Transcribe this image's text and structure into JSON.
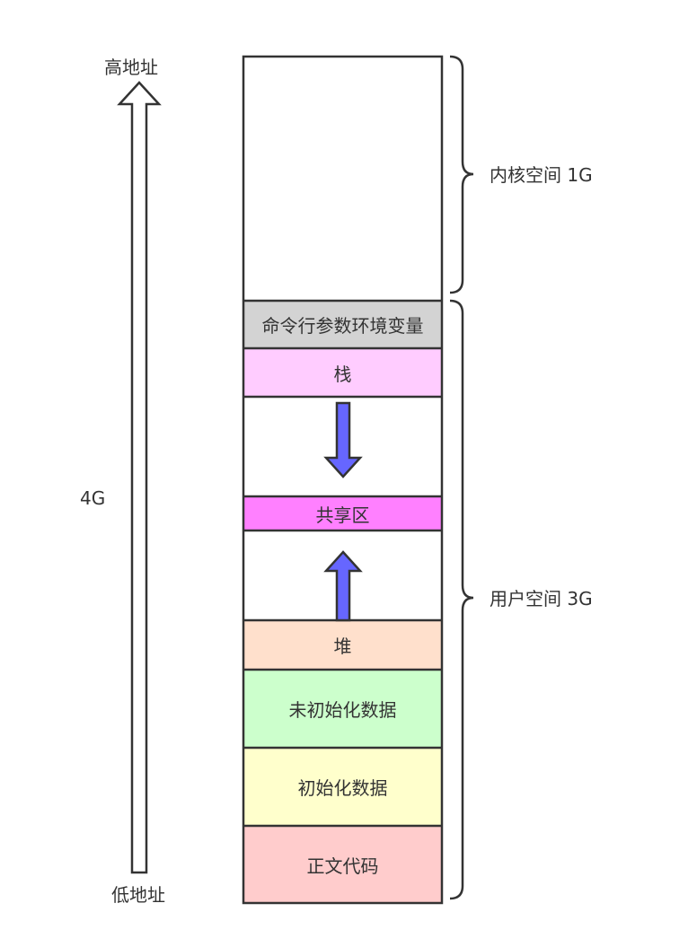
{
  "axis": {
    "high_label": "高地址",
    "low_label": "低地址",
    "total_label": "4G"
  },
  "regions": {
    "kernel_label": "内核空间 1G",
    "user_label": "用户空间 3G"
  },
  "segments": {
    "kernel": {
      "label": "",
      "color": "#ffffff"
    },
    "args_env": {
      "label": "命令行参数环境变量",
      "color": "#d3d3d3"
    },
    "stack": {
      "label": "栈",
      "color": "#ffccff"
    },
    "gap_upper": {
      "label": "",
      "color": "#ffffff"
    },
    "shared": {
      "label": "共享区",
      "color": "#ff80ff"
    },
    "gap_lower": {
      "label": "",
      "color": "#ffffff"
    },
    "heap": {
      "label": "堆",
      "color": "#ffe0cc"
    },
    "bss": {
      "label": "未初始化数据",
      "color": "#ccffcc"
    },
    "data": {
      "label": "初始化数据",
      "color": "#ffffcc"
    },
    "text": {
      "label": "正文代码",
      "color": "#ffcccc"
    }
  },
  "colors": {
    "growth_arrow": "#6666ff",
    "outline": "#333333"
  }
}
